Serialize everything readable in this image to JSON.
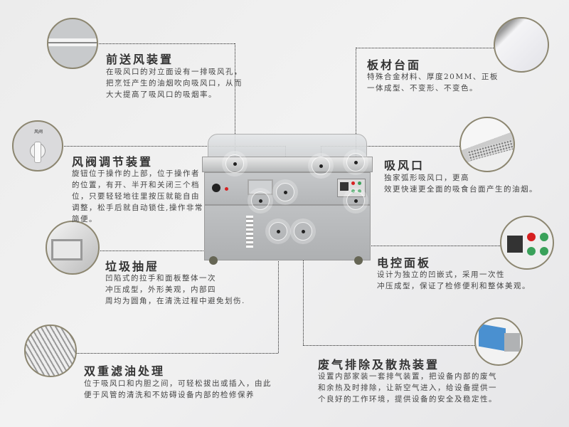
{
  "features": [
    {
      "title": "前送风装置",
      "lines": [
        "在吸风口的对立面设有一排吸风孔，",
        "把烹饪产生的油烟吹向吸风口，从而",
        "大大提高了吸风口的吸烟率。"
      ],
      "icon": "air-vent-strip"
    },
    {
      "title": "风阀调节装置",
      "lines": [
        "旋钮位于操作的上部，位于操作者",
        "的位置，有开、半开和关闭三个档",
        "位，只要轻轻地往里按压就能自由",
        "调整，松手后就自动锁住,操作非常",
        "简便。"
      ],
      "icon": "air-valve-knob",
      "knob_label": "风阀"
    },
    {
      "title": "垃圾抽屉",
      "lines": [
        "凹陷式的拉手和面板整体一次",
        "冲压成型，外形美观，内部四",
        "周均为圆角，在清洗过程中避免划伤."
      ],
      "icon": "drawer"
    },
    {
      "title": "双重滤油处理",
      "lines": [
        "位于吸风口和内胆之间，可轻松拔出或插入，由此",
        "便于风管的清洗和不妨碍设备内部的检修保养"
      ],
      "icon": "grease-filter"
    },
    {
      "title": "板材台面",
      "lines": [
        "特殊合金材料、厚度20MM、正板",
        "一体成型、不变形、不变色。"
      ],
      "icon": "countertop-corner"
    },
    {
      "title": "吸风口",
      "lines": [
        "独家弧形吸风口，更高",
        "效更快速更全面的吸食台面产生的油烟。"
      ],
      "icon": "suction-vent"
    },
    {
      "title": "电控面板",
      "lines": [
        "设计为独立的凹嵌式，采用一次性",
        "冲压成型，保证了检修便利和整体美观。"
      ],
      "icon": "control-panel"
    },
    {
      "title": "废气排除及散热装置",
      "lines": [
        "设置内部家装一套排气装置，把设备内部的废气",
        "和余热及时排除，让新空气进入，给设备提供一",
        "个良好的工作环境，提供设备的安全及稳定性。"
      ],
      "icon": "exhaust-fan"
    }
  ],
  "colors": {
    "border": "#8c8670",
    "steel": "#c4c6c8",
    "button_red": "#d62020",
    "button_green": "#3aa15a",
    "fan_blue": "#4a90d0"
  }
}
